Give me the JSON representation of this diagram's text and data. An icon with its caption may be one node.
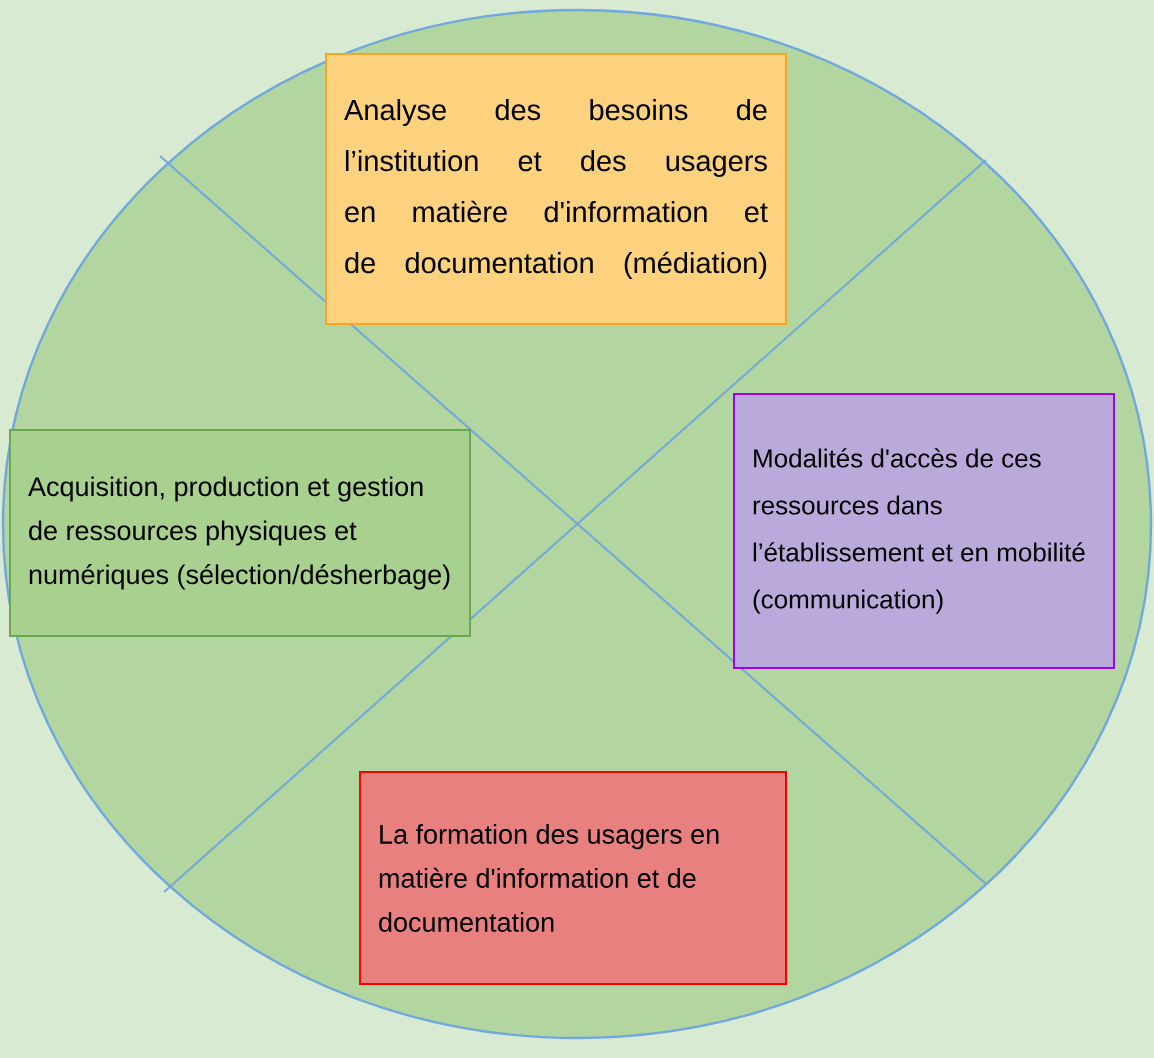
{
  "diagram": {
    "nodes": [
      {
        "text": [
          "Analyse des besoins de l’institution et des usagers en matière d'information et de documentation (médiation)"
        ]
      },
      {
        "text": [
          "Acquisition, production et gestion de ressources physiques et numériques (sélection/désherbage)"
        ]
      },
      {
        "text": [
          "Modalités d'accès de ces ressources dans l’établissement et en mobilité (communication)"
        ]
      },
      {
        "text": [
          "La formation des usagers en matière d'information et de documentation"
        ]
      }
    ]
  }
}
